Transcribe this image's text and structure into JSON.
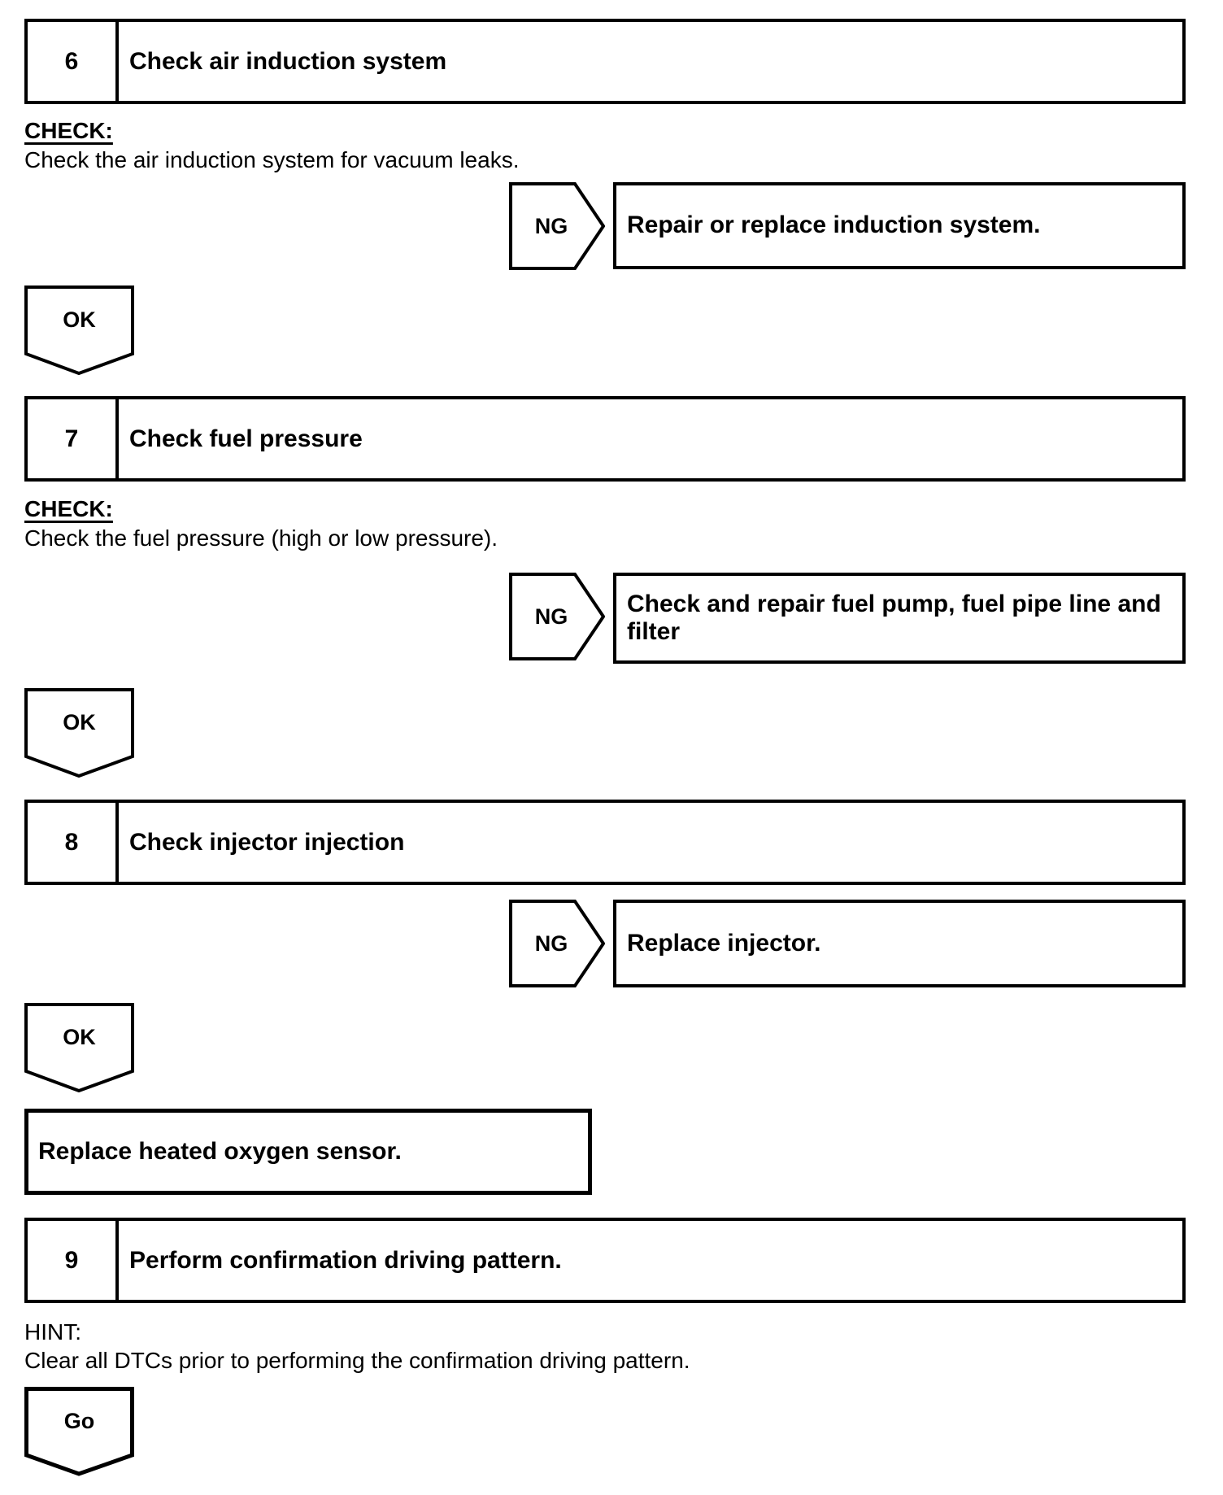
{
  "page": {
    "background": "#ffffff",
    "line_color": "#000000"
  },
  "steps": [
    {
      "number": "6",
      "title": "Check air induction system",
      "check_label": "CHECK:",
      "check_text": "Check the air induction system for vacuum leaks.",
      "ng_label": "NG",
      "ng_action": "Repair or replace induction system.",
      "ok_label": "OK"
    },
    {
      "number": "7",
      "title": "Check fuel pressure",
      "check_label": "CHECK:",
      "check_text": "Check the fuel pressure (high or low pressure).",
      "ng_label": "NG",
      "ng_action": "Check and repair fuel pump, fuel pipe line and filter",
      "ok_label": "OK"
    },
    {
      "number": "8",
      "title": "Check injector injection",
      "ng_label": "NG",
      "ng_action": "Replace injector.",
      "ok_label": "OK"
    },
    {
      "number": "9",
      "title": "Perform confirmation driving pattern.",
      "hint_label": "HINT:",
      "hint_text": "Clear all DTCs prior to performing the confirmation driving pattern.",
      "go_label": "Go"
    }
  ],
  "result_box": {
    "text": "Replace heated oxygen sensor."
  }
}
